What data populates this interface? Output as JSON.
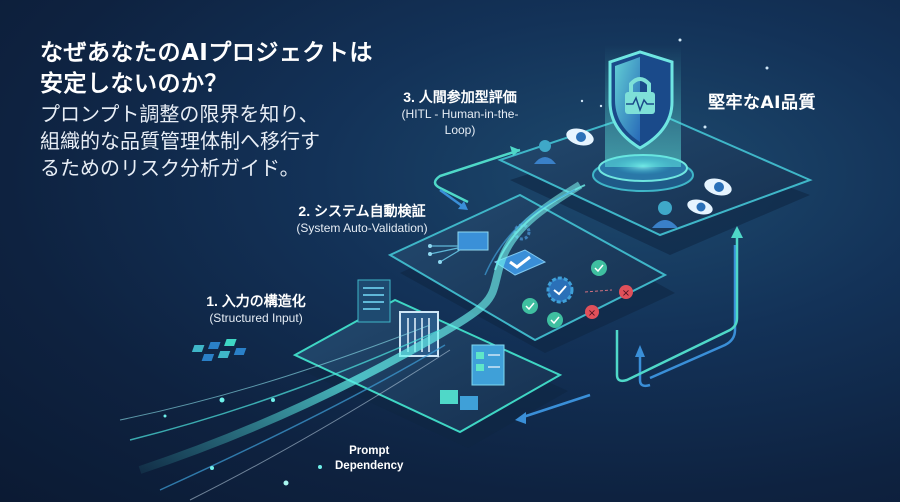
{
  "title": {
    "headline_line1": "なぜあなたのAIプロジェクトは",
    "headline_line2": "安定しないのか？",
    "sub_line1": "プロンプト調整の限界を知り、",
    "sub_line2": "組織的な品質管理体制へ移行す",
    "sub_line3": "るためのリスク分析ガイド。"
  },
  "layers": [
    {
      "step": "1. 入力の構造化",
      "english": "(Structured Input)"
    },
    {
      "step": "2. システム自動検証",
      "english": "(System Auto-Validation)"
    },
    {
      "step": "3. 人間参加型評価",
      "english": "(HITL - Human-in-the-Loop)"
    }
  ],
  "goal_label": "堅牢なAI品質",
  "source_label": {
    "line1": "Prompt",
    "line2": "Dependency"
  },
  "icons": [
    "shield-lock-icon",
    "eye-icon",
    "person-icon",
    "gear-icon",
    "checkmark-icon",
    "x-mark-icon",
    "chip-icon",
    "filter-gate-icon",
    "document-icon",
    "feedback-arrow-icon"
  ],
  "colors": {
    "background_dark": "#0b1a33",
    "background_mid": "#133258",
    "accent_cyan": "#4fd8d0",
    "accent_blue": "#3a8fd8",
    "panel_fill": "#1b3a5c",
    "panel_edge": "#3fb6c8",
    "error_red": "#e0505a",
    "success_teal": "#3fbfa0"
  }
}
